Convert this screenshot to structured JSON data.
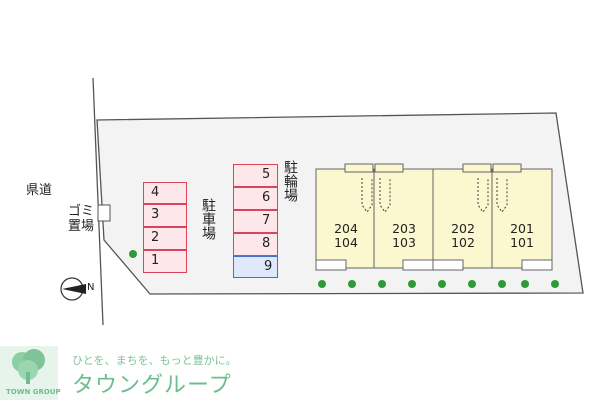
{
  "labels": {
    "road": "県道",
    "garbage": "ゴミ置場",
    "parking": "駐車場",
    "bicycle": "駐輪場",
    "compass_dir": "N"
  },
  "parking_left": [
    "4",
    "3",
    "2",
    "1"
  ],
  "parking_right": [
    "5",
    "6",
    "7",
    "8",
    "9"
  ],
  "units": [
    {
      "upper": "204",
      "lower": "104"
    },
    {
      "upper": "203",
      "lower": "103"
    },
    {
      "upper": "202",
      "lower": "102"
    },
    {
      "upper": "201",
      "lower": "101"
    }
  ],
  "footer": {
    "tagline": "ひとを、まちを、もっと豊かに。",
    "brand": "タウングループ",
    "logo_text": "TOWN GROUP"
  },
  "colors": {
    "site": "#f3f3f3",
    "parking_fill": "#fde7ea",
    "parking_border": "#d9455a",
    "highlight_fill": "#dfe7fb",
    "highlight_border": "#4a6fc9",
    "building_fill": "#fbf7cf",
    "tree": "#2e9a3a",
    "brand": "#6cbf8c"
  }
}
